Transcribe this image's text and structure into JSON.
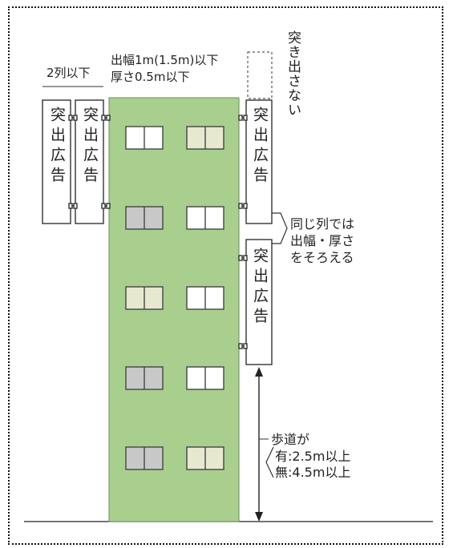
{
  "labels": {
    "two_columns": "2列以下",
    "width_limit": "出幅1m(1.5m)以下",
    "thickness_limit": "厚さ0.5m以下",
    "no_protrusion": "突き出さない",
    "sign_text": "突出広告",
    "same_column_line1": "同じ列では",
    "same_column_line2": "出幅・厚さ",
    "same_column_line3": "をそろえる",
    "sidewalk_heading": "歩道が",
    "sidewalk_yes": "有:2.5m以上",
    "sidewalk_no": "無:4.5m以上"
  },
  "colors": {
    "building": "#a9cf8f",
    "building_edge": "#6d8a5c",
    "window_clear": "#ffffff",
    "window_gray": "#c8c8c8",
    "window_cream": "#e6e9cf",
    "sign_fill": "#ffffff",
    "line": "#222222"
  }
}
